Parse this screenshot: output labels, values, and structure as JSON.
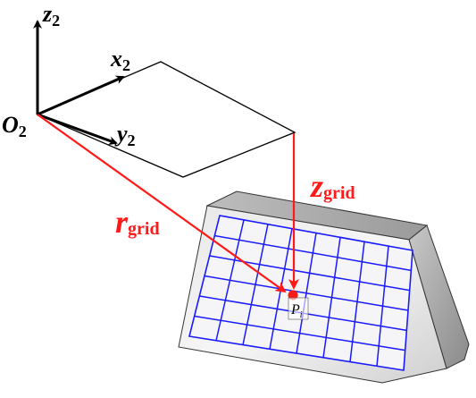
{
  "labels": {
    "z_axis": "z",
    "z_axis_sub": "2",
    "x_axis": "x",
    "x_axis_sub": "2",
    "y_axis": "y",
    "y_axis_sub": "2",
    "origin": "O",
    "origin_sub": "2",
    "r_vector": "r",
    "r_vector_sub": "grid",
    "z_vector": "z",
    "z_vector_sub": "grid",
    "point": "P",
    "point_sub": "i"
  },
  "grid": {
    "columns": 8,
    "rows": 6
  },
  "colors": {
    "vector": "#ff1a1a",
    "grid_lines": "#1a1aff",
    "axis": "#000000"
  }
}
